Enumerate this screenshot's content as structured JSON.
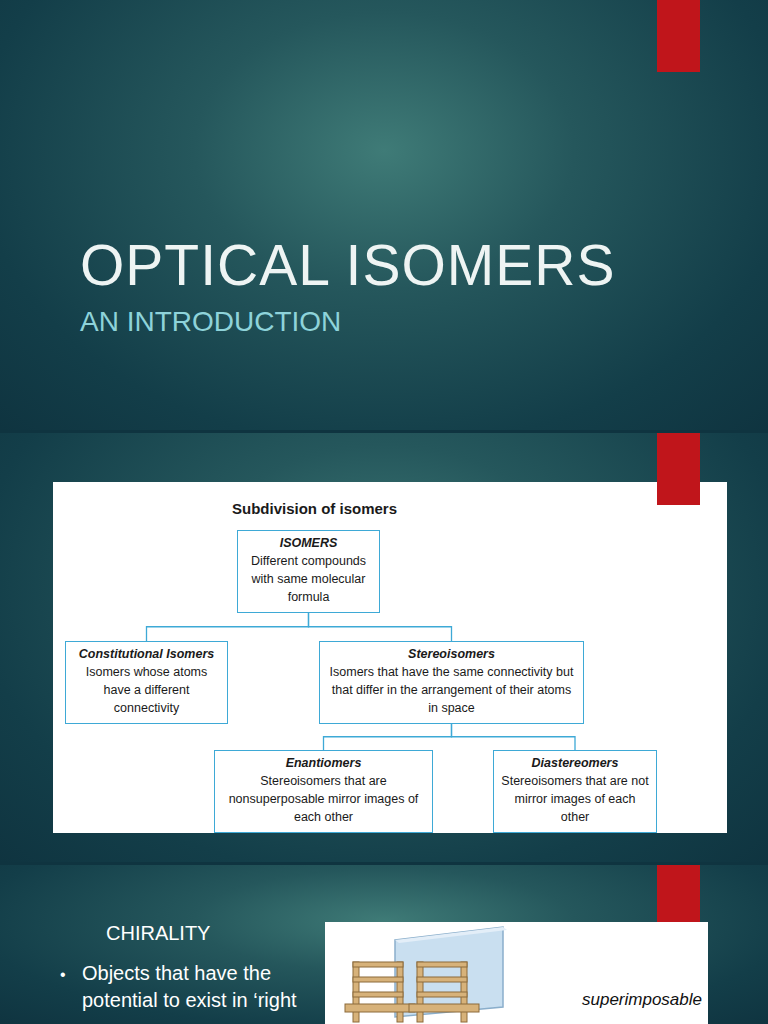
{
  "diagram": {
    "title": "OPTICAL ISOMERS",
    "nodes": [
      {
        "text": [
          "ISOMERS",
          "Different compounds with same molecular formula"
        ]
      },
      {
        "text": [
          "Constitutional Isomers",
          "Isomers whose atoms have a different connectivity"
        ]
      },
      {
        "text": [
          "Stereoisomers",
          "Isomers that have the same connectivity but that differ in the arrangement of their atoms in space"
        ]
      },
      {
        "text": [
          "Enantiomers",
          "Stereoisomers that are nonsuperposable mirror images of each other"
        ]
      },
      {
        "text": [
          "Diastereomers",
          "Stereoisomers that are not mirror images of each other"
        ]
      }
    ],
    "edges": [
      {
        "from": 0,
        "to": 1,
        "arrow": "none"
      },
      {
        "from": 0,
        "to": 2,
        "arrow": "none"
      },
      {
        "from": 2,
        "to": 3,
        "arrow": "none"
      },
      {
        "from": 2,
        "to": 4,
        "arrow": "none"
      }
    ],
    "labels": [
      "AN INTRODUCTION",
      "Subdivision of isomers",
      "CHIRALITY",
      "•",
      "Objects that have the potential to exist in ‘right",
      "superimposable"
    ]
  }
}
